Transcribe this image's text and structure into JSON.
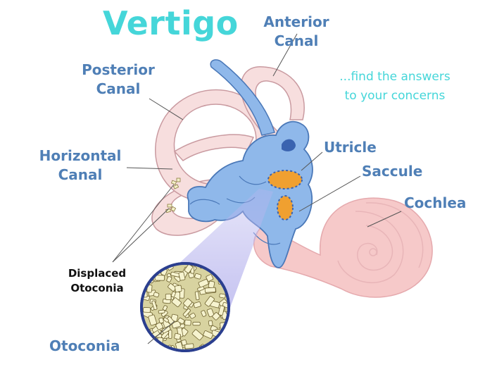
{
  "title": "Vertigo",
  "tagline": [
    "...find the answers",
    "to your concerns"
  ],
  "labels": {
    "anterior_canal": [
      "Anterior",
      "Canal"
    ],
    "posterior_canal": [
      "Posterior",
      "Canal"
    ],
    "horizontal_canal": [
      "Horizontal",
      "Canal"
    ],
    "utricle": "Utricle",
    "saccule": "Saccule",
    "cochlea": "Cochlea",
    "displaced_otoconia": [
      "Displaced",
      "Otoconia"
    ],
    "otoconia": "Otoconia"
  },
  "colors": {
    "title": "#45d6d9",
    "label": "#4f7fb6",
    "canal_fill": "#f7dede",
    "canal_stroke": "#c99aa0",
    "vestibule": "#8fb8ea",
    "vestibule_stroke": "#4a78b8",
    "macula": "#f0a030",
    "cochlea": "#f6c9c9",
    "crystal": "#f3f0c7",
    "cone": "#c9c9ef"
  },
  "icons": [
    "inner-ear-illustration",
    "otoconia-magnifier"
  ]
}
